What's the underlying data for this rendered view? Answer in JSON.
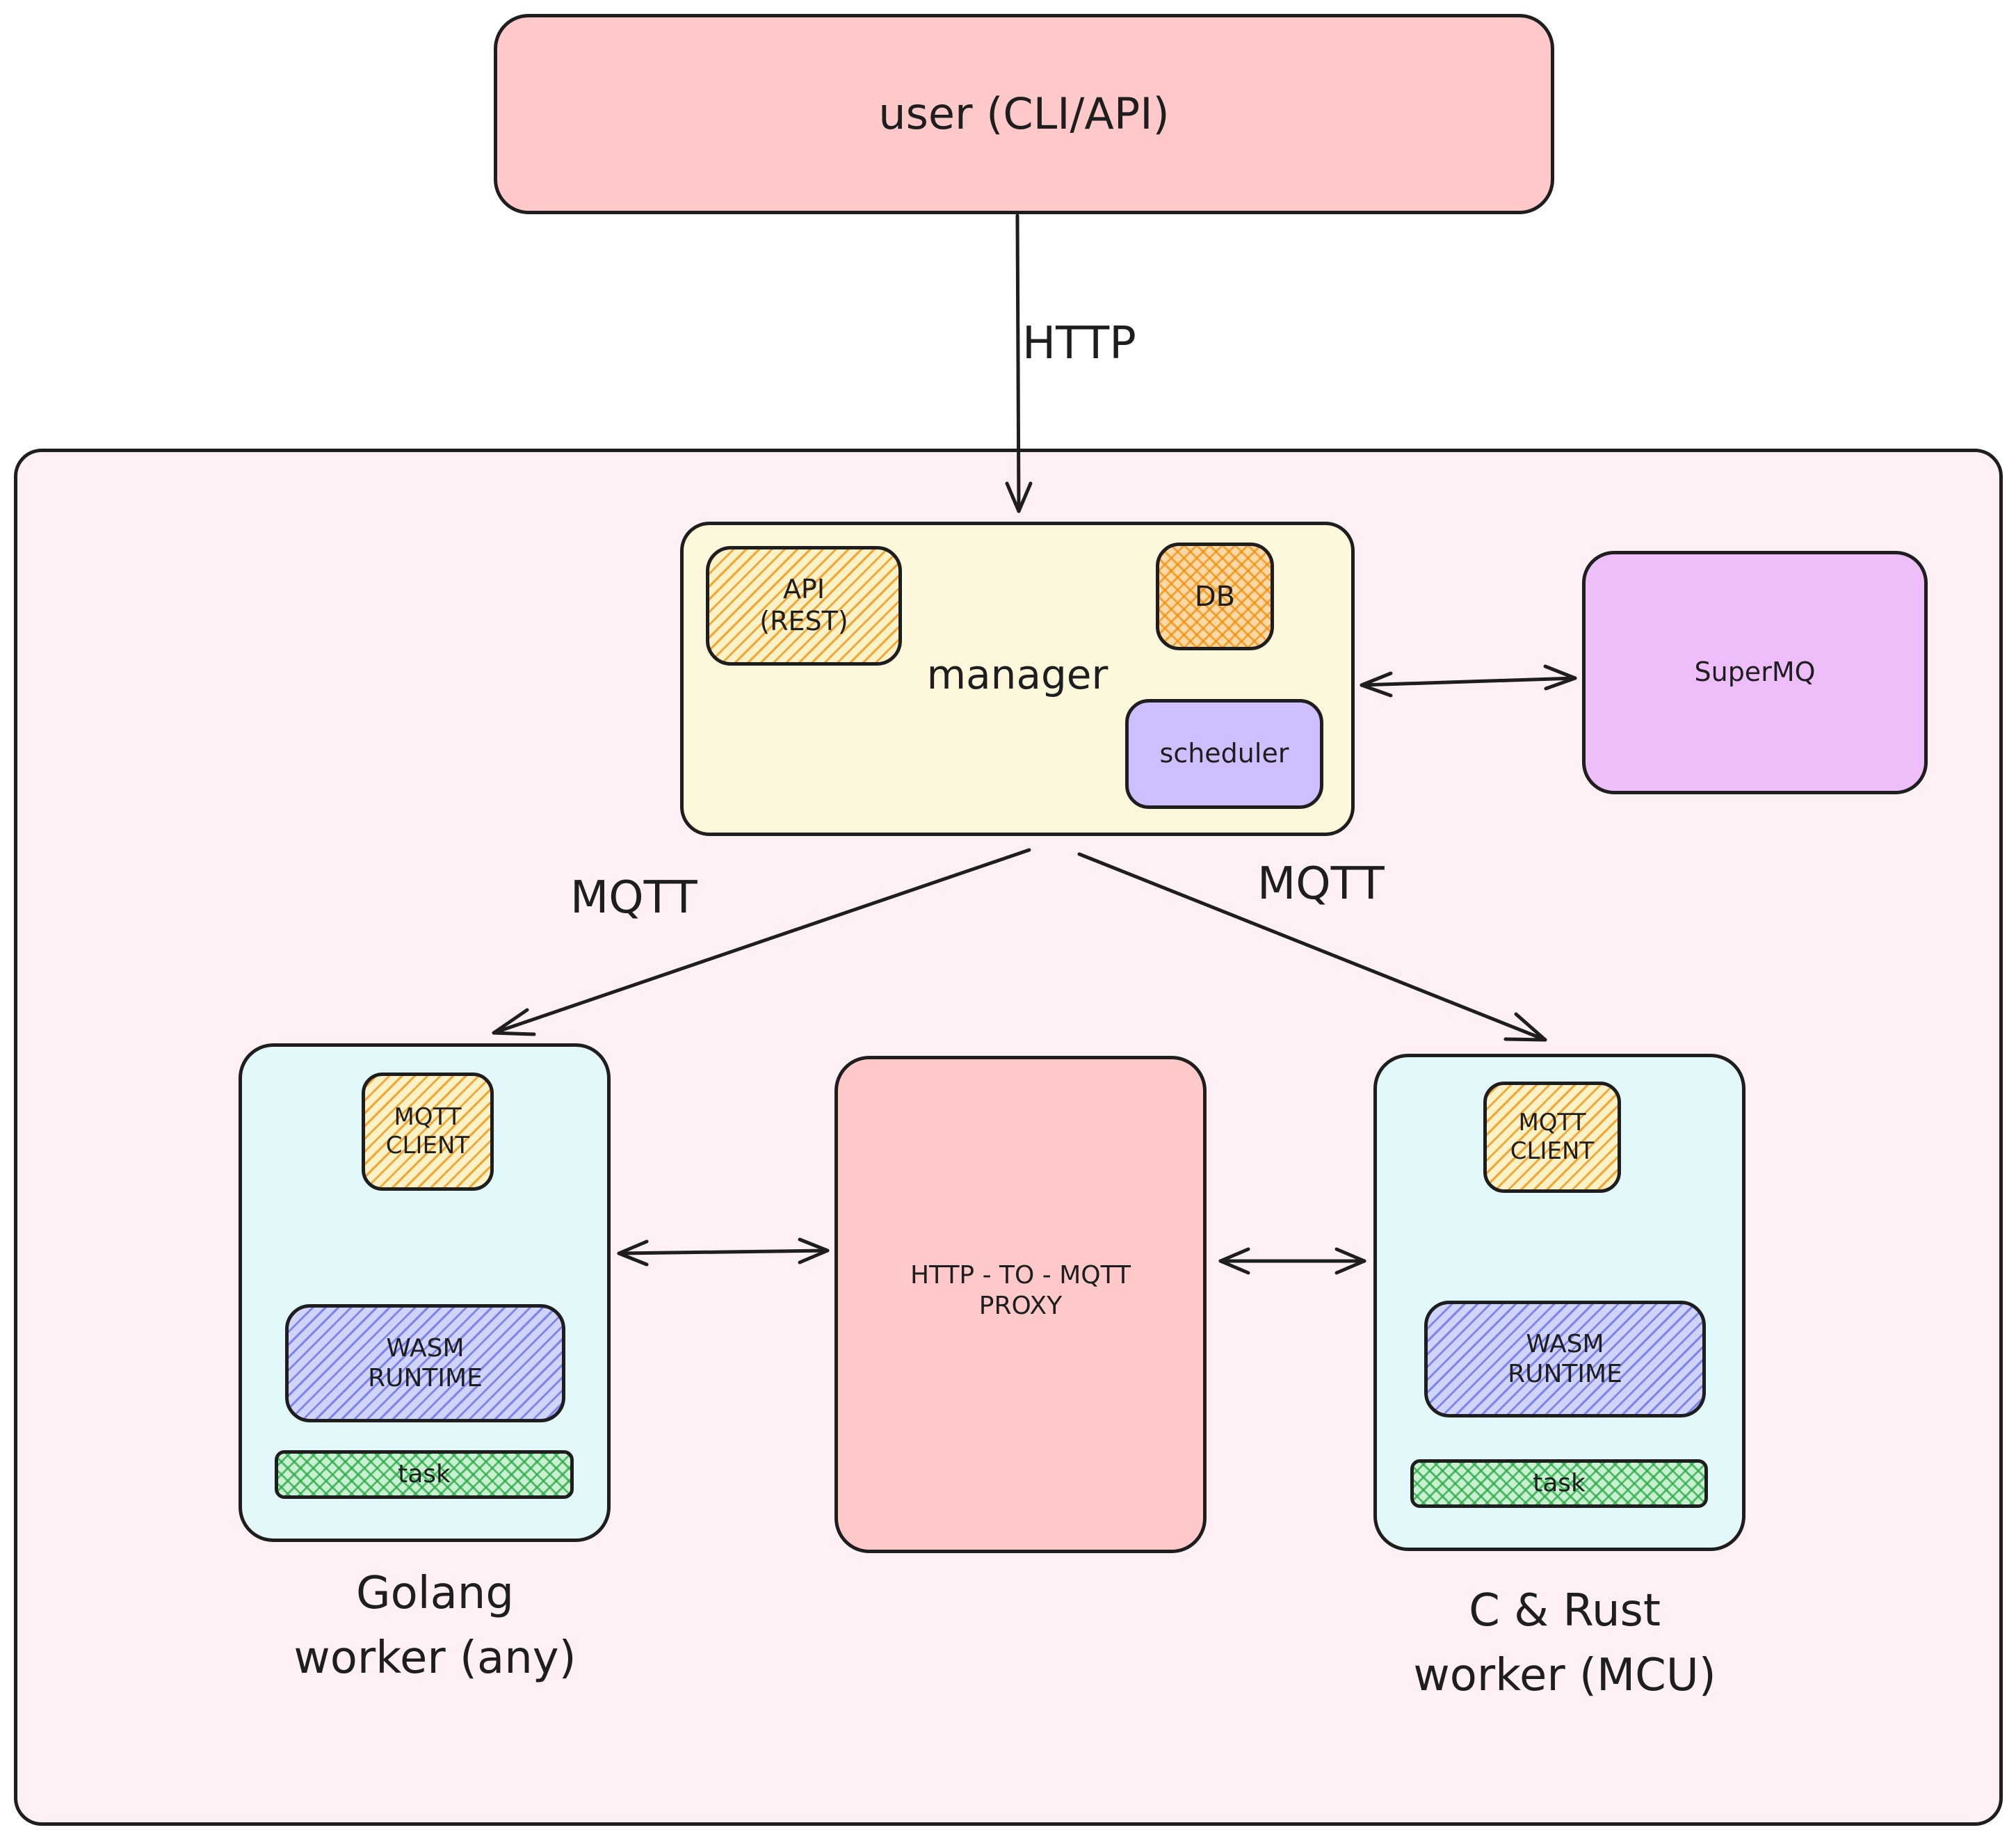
{
  "nodes": {
    "user": "user (CLI/API)",
    "manager": "manager",
    "api": "API\n(REST)",
    "db": "DB",
    "scheduler": "scheduler",
    "supermq": "SuperMQ",
    "proxy": "HTTP - TO - MQTT\nPROXY",
    "golang_worker": {
      "mqtt_client": "MQTT\nCLIENT",
      "wasm_runtime": "WASM\nRUNTIME",
      "task": "task",
      "caption": "Golang\nworker (any)"
    },
    "c_rust_worker": {
      "mqtt_client": "MQTT\nCLIENT",
      "wasm_runtime": "WASM\nRUNTIME",
      "task": "task",
      "caption": "C & Rust\nworker (MCU)"
    }
  },
  "edges": {
    "user_to_manager": "HTTP",
    "manager_to_golang": "MQTT",
    "manager_to_c_rust": "MQTT"
  },
  "colors": {
    "user_fill": "#ffc9c9",
    "system_fill": "#fff0f5",
    "manager_fill": "#fdf7db",
    "scheduler_fill": "#d0bfff",
    "supermq_fill": "#eebefa",
    "worker_fill": "#e3f8fa",
    "proxy_fill": "#ffc9c9",
    "stroke": "#1e1e1e"
  }
}
